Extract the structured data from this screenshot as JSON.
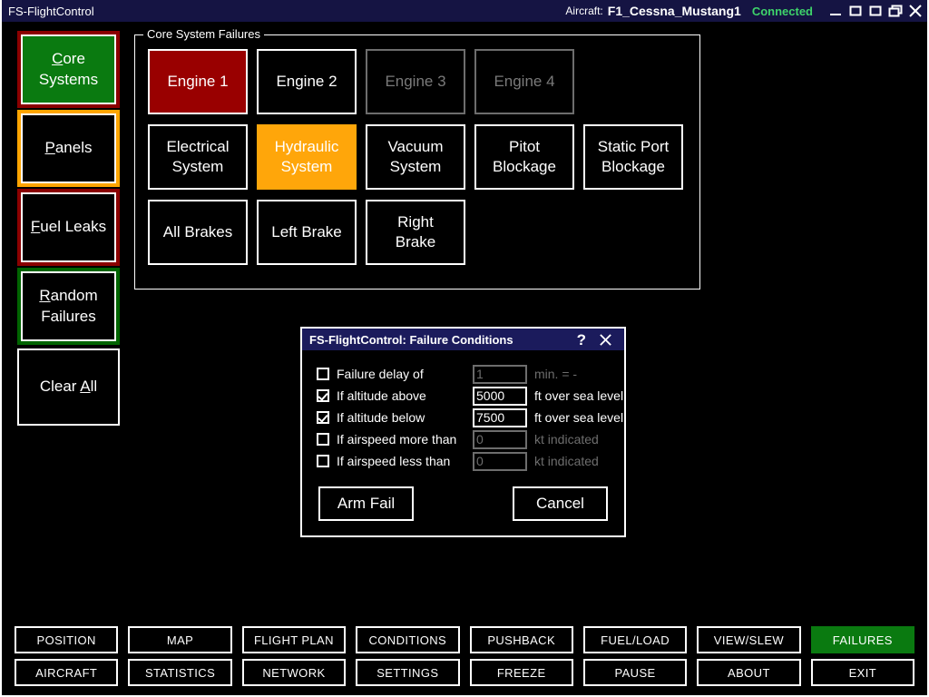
{
  "window": {
    "title": "FS-FlightControl",
    "aircraft_label": "Aircraft:",
    "aircraft_value": "F1_Cessna_Mustang1",
    "connection_status": "Connected",
    "controls": [
      {
        "name": "minimize-icon",
        "glyph": "_"
      },
      {
        "name": "maximize-icon",
        "glyph": "square"
      },
      {
        "name": "maximize-alt-icon",
        "glyph": "square"
      },
      {
        "name": "restore-icon",
        "glyph": "cascade"
      },
      {
        "name": "close-icon",
        "glyph": "x"
      }
    ]
  },
  "sidebar": {
    "items": [
      {
        "label_pre": "",
        "accel": "C",
        "label_post": "ore\nSystems",
        "name": "core-systems",
        "ring": "ring-red",
        "fill": "fill-green"
      },
      {
        "label_pre": "",
        "accel": "P",
        "label_post": "anels",
        "name": "panels",
        "ring": "ring-orange",
        "fill": ""
      },
      {
        "label_pre": "",
        "accel": "F",
        "label_post": "uel Leaks",
        "name": "fuel-leaks",
        "ring": "ring-red",
        "fill": ""
      },
      {
        "label_pre": "",
        "accel": "R",
        "label_post": "andom\nFailures",
        "name": "random-failures",
        "ring": "ring-green",
        "fill": ""
      },
      {
        "label_pre": "Clear ",
        "accel": "A",
        "label_post": "ll",
        "name": "clear-all",
        "ring": "ring-none",
        "fill": ""
      }
    ]
  },
  "group": {
    "title": "Core System Failures",
    "buttons": [
      {
        "label": "Engine 1",
        "state": "state-active"
      },
      {
        "label": "Engine 2",
        "state": ""
      },
      {
        "label": "Engine 3",
        "state": "state-disabled"
      },
      {
        "label": "Engine 4",
        "state": "state-disabled"
      },
      {
        "label": "",
        "state": "spacer"
      },
      {
        "label": "Electrical\nSystem",
        "state": ""
      },
      {
        "label": "Hydraulic\nSystem",
        "state": "state-warn"
      },
      {
        "label": "Vacuum\nSystem",
        "state": ""
      },
      {
        "label": "Pitot\nBlockage",
        "state": ""
      },
      {
        "label": "Static Port\nBlockage",
        "state": ""
      },
      {
        "label": "All Brakes",
        "state": ""
      },
      {
        "label": "Left Brake",
        "state": ""
      },
      {
        "label": "Right\nBrake",
        "state": ""
      }
    ]
  },
  "dialog": {
    "title": "FS-FlightControl: Failure Conditions",
    "help_glyph": "?",
    "conditions": [
      {
        "label": "Failure delay of",
        "checked": false,
        "value": "1",
        "unit": "min. = -",
        "enabled": false
      },
      {
        "label": "If altitude above",
        "checked": true,
        "value": "5000",
        "unit": "ft over sea level",
        "enabled": true
      },
      {
        "label": "If altitude below",
        "checked": true,
        "value": "7500",
        "unit": "ft over sea level",
        "enabled": true
      },
      {
        "label": "If airspeed more than",
        "checked": false,
        "value": "0",
        "unit": "kt indicated",
        "enabled": false
      },
      {
        "label": "If airspeed less than",
        "checked": false,
        "value": "0",
        "unit": "kt indicated",
        "enabled": false
      }
    ],
    "confirm_label": "Arm Fail",
    "cancel_label": "Cancel"
  },
  "bottombar": {
    "row1": [
      {
        "label": "POSITION",
        "active": false
      },
      {
        "label": "MAP",
        "active": false
      },
      {
        "label": "FLIGHT PLAN",
        "active": false
      },
      {
        "label": "CONDITIONS",
        "active": false
      },
      {
        "label": "PUSHBACK",
        "active": false
      },
      {
        "label": "FUEL/LOAD",
        "active": false
      },
      {
        "label": "VIEW/SLEW",
        "active": false
      },
      {
        "label": "FAILURES",
        "active": true
      }
    ],
    "row2": [
      {
        "label": "AIRCRAFT",
        "active": false
      },
      {
        "label": "STATISTICS",
        "active": false
      },
      {
        "label": "NETWORK",
        "active": false
      },
      {
        "label": "SETTINGS",
        "active": false
      },
      {
        "label": "FREEZE",
        "active": false
      },
      {
        "label": "PAUSE",
        "active": false
      },
      {
        "label": "ABOUT",
        "active": false
      },
      {
        "label": "EXIT",
        "active": false
      }
    ]
  },
  "colors": {
    "titlebar": "#151443",
    "dialog_titlebar": "#1b1b5c",
    "status_connected": "#3ed36a",
    "active_green": "#0a7a10",
    "failure_red": "#990000",
    "warn_orange": "#ffa60a",
    "ring_red": "#8b0000",
    "ring_orange": "#ffa500",
    "ring_green": "#006400",
    "disabled_gray": "#6d6d6d"
  }
}
